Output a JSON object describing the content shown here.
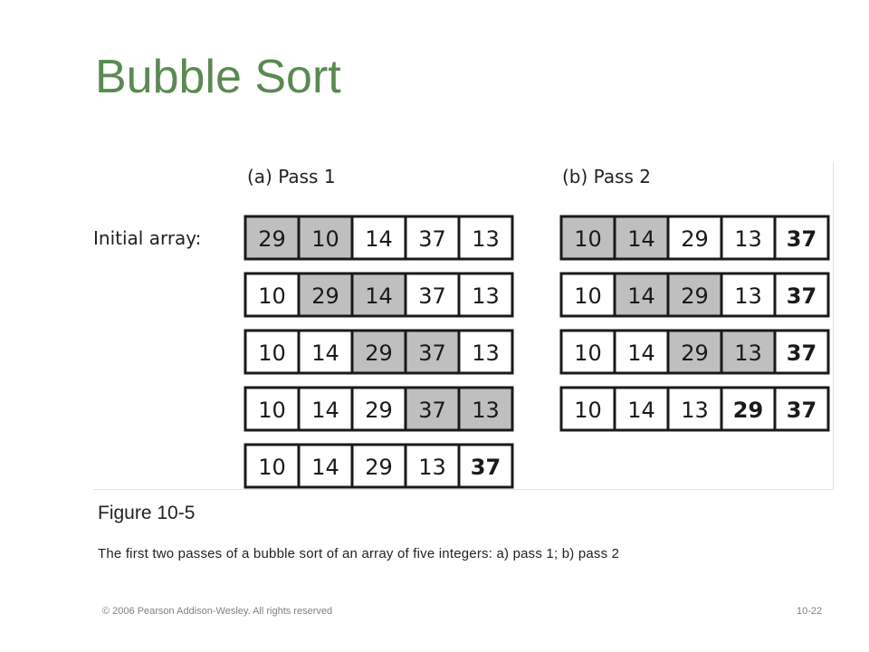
{
  "slide": {
    "title": "Bubble Sort",
    "footer": {
      "copyright": "© 2006 Pearson Addison-Wesley. All rights reserved",
      "page": "10-22"
    }
  },
  "figure": {
    "row_label": "Initial array:",
    "passes": [
      {
        "label": "(a) Pass 1",
        "rows": [
          {
            "values": [
              "29",
              "10",
              "14",
              "37",
              "13"
            ],
            "highlight": [
              0,
              1
            ],
            "bold": []
          },
          {
            "values": [
              "10",
              "29",
              "14",
              "37",
              "13"
            ],
            "highlight": [
              1,
              2
            ],
            "bold": []
          },
          {
            "values": [
              "10",
              "14",
              "29",
              "37",
              "13"
            ],
            "highlight": [
              2,
              3
            ],
            "bold": []
          },
          {
            "values": [
              "10",
              "14",
              "29",
              "37",
              "13"
            ],
            "highlight": [
              3,
              4
            ],
            "bold": []
          },
          {
            "values": [
              "10",
              "14",
              "29",
              "13",
              "37"
            ],
            "highlight": [],
            "bold": [
              4
            ]
          }
        ]
      },
      {
        "label": "(b) Pass 2",
        "rows": [
          {
            "values": [
              "10",
              "14",
              "29",
              "13",
              "37"
            ],
            "highlight": [
              0,
              1
            ],
            "bold": [
              4
            ]
          },
          {
            "values": [
              "10",
              "14",
              "29",
              "13",
              "37"
            ],
            "highlight": [
              1,
              2
            ],
            "bold": [
              4
            ]
          },
          {
            "values": [
              "10",
              "14",
              "29",
              "13",
              "37"
            ],
            "highlight": [
              2,
              3
            ],
            "bold": [
              4
            ]
          },
          {
            "values": [
              "10",
              "14",
              "13",
              "29",
              "37"
            ],
            "highlight": [],
            "bold": [
              3,
              4
            ]
          }
        ]
      }
    ],
    "caption": "Figure 10-5",
    "description": "The first two passes of a bubble sort of an array of five integers: a) pass 1; b) pass 2"
  },
  "colors": {
    "title": "#5a8a52",
    "highlight_cell": "#bfbfbf",
    "cell": "#ffffff",
    "cell_border": "#1a1a1a",
    "text": "#222222",
    "footer": "#808080"
  }
}
